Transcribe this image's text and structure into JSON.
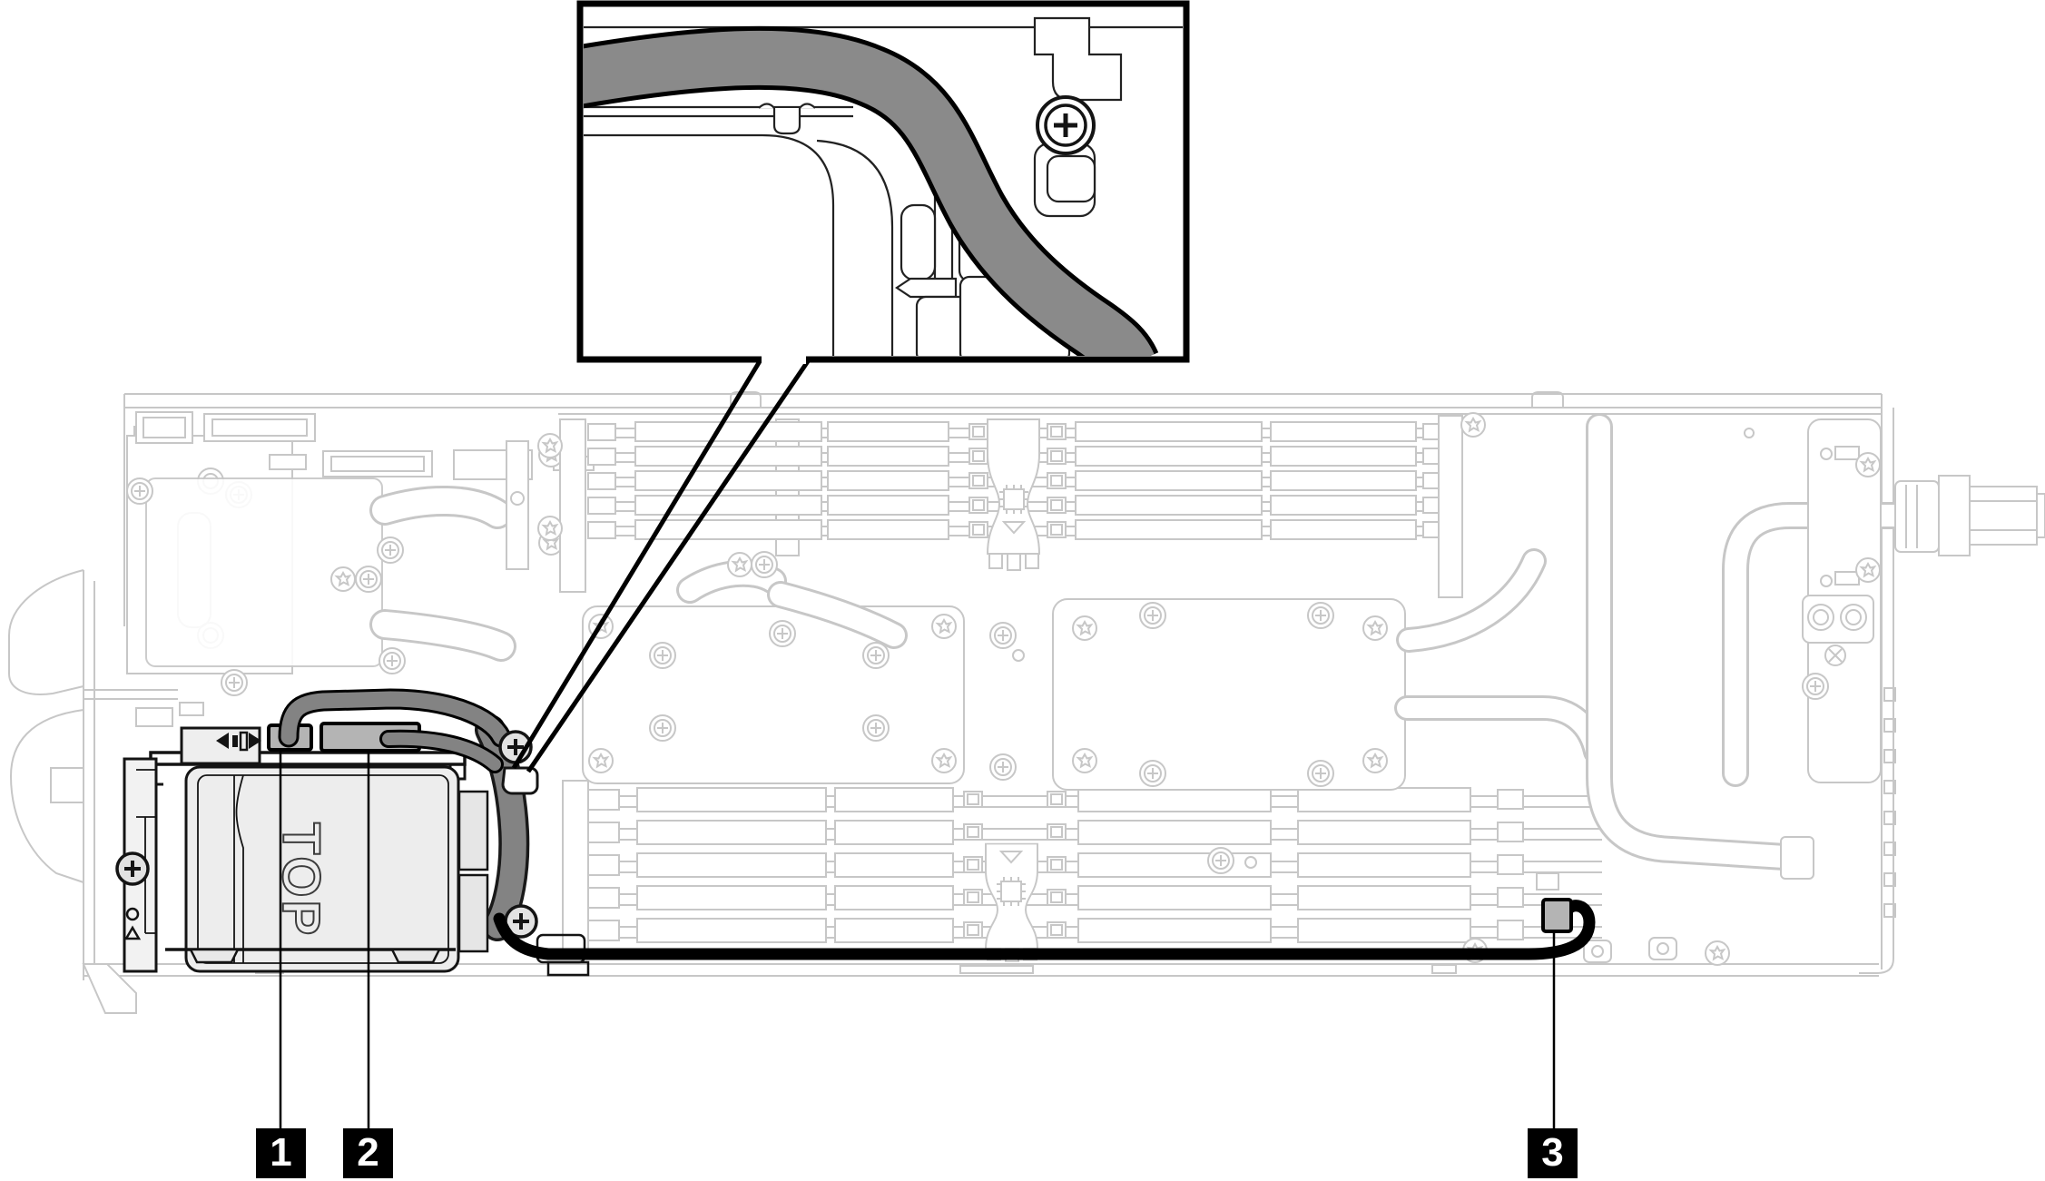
{
  "diagram": {
    "type": "hardware-cable-routing-diagram",
    "view": "server tray top view with magnified inset detail"
  },
  "labels": {
    "drive_marking": "TOP"
  },
  "callouts": [
    {
      "label": "1"
    },
    {
      "label": "2"
    },
    {
      "label": "3"
    }
  ],
  "colors": {
    "background": "#ffffff",
    "light_line_art": "#c7c7c7",
    "dark_line_art": "#141414",
    "cable_gray": "#838383",
    "cable_black": "#000000",
    "connector_gray": "#b4b4b4",
    "drive_fill": "#ededed",
    "callout_bg": "#000000",
    "callout_text": "#ffffff"
  }
}
